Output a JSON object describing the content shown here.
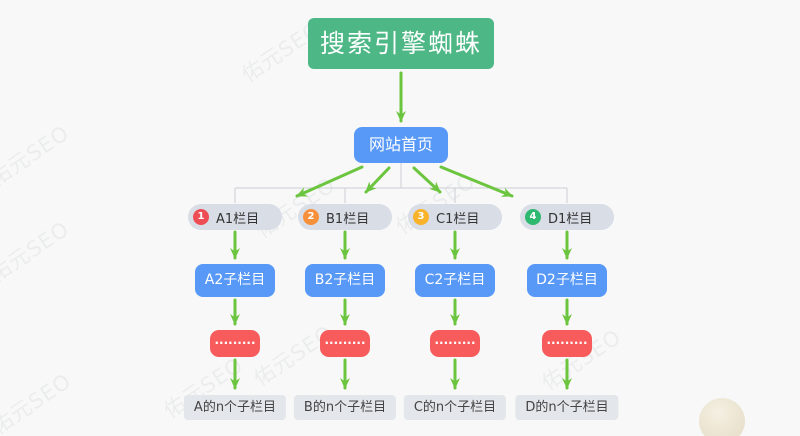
{
  "diagram": {
    "root": {
      "label": "搜索引擎蜘蛛"
    },
    "home": {
      "label": "网站首页"
    },
    "columns": [
      {
        "id": "A",
        "badge": "1",
        "badge_color": "#EE4D54",
        "level1": "A1栏目",
        "level2": "A2子栏目",
        "dots": "·········",
        "leaf": "A的n个子栏目"
      },
      {
        "id": "B",
        "badge": "2",
        "badge_color": "#F7903B",
        "level1": "B1栏目",
        "level2": "B2子栏目",
        "dots": "·········",
        "leaf": "B的n个子栏目"
      },
      {
        "id": "C",
        "badge": "3",
        "badge_color": "#F8B32A",
        "level1": "C1栏目",
        "level2": "C2子栏目",
        "dots": "·········",
        "leaf": "C的n个子栏目"
      },
      {
        "id": "D",
        "badge": "4",
        "badge_color": "#2FB970",
        "level1": "D1栏目",
        "level2": "D2子栏目",
        "dots": "·········",
        "leaf": "D的n个子栏目"
      }
    ],
    "watermark": {
      "text": "佑元SEO"
    },
    "colors": {
      "background": "#F8F8F8",
      "root_green": "#4DB786",
      "node_blue": "#5899F7",
      "pill_gray": "#D8DDE6",
      "pill_text": "#333333",
      "dots_red": "#F85B5B",
      "leaf_gray": "#E3E6EA",
      "arrow_green": "#6CC53E",
      "line_gray": "#CBCED3"
    }
  }
}
